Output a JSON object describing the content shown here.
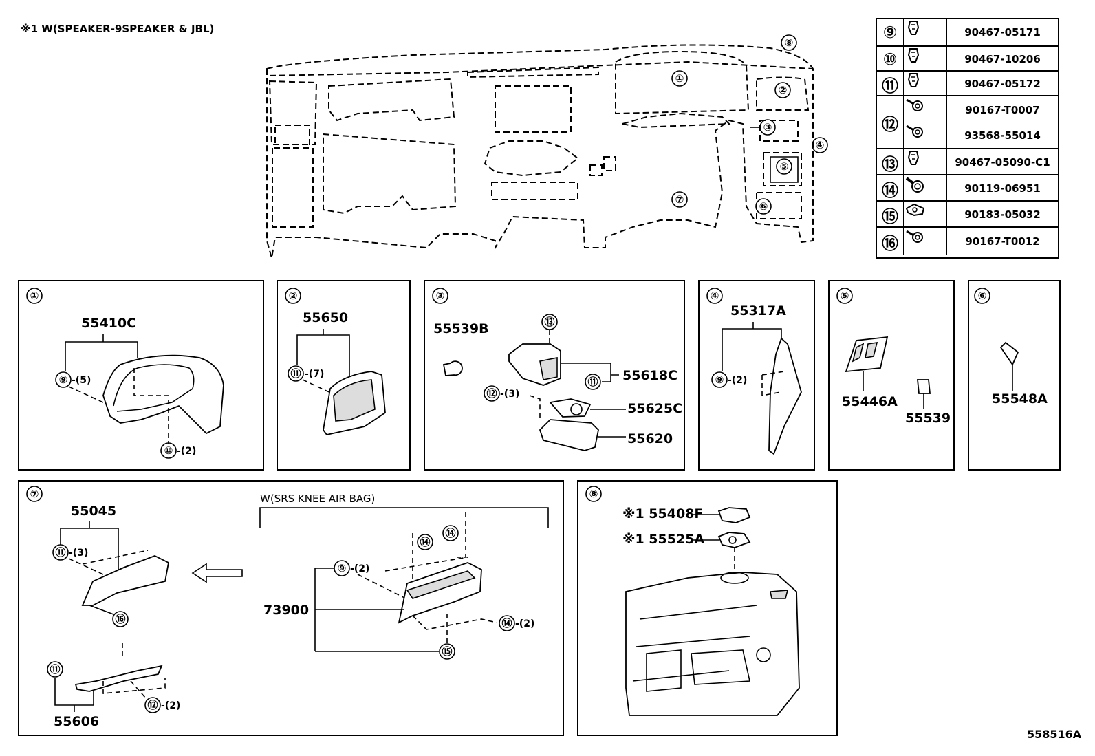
{
  "header_note": "※1 W(SPEAKER-9SPEAKER & JBL)",
  "footer_code": "558516A",
  "overview": {
    "callouts": [
      "①",
      "②",
      "③",
      "④",
      "⑤",
      "⑥",
      "⑦",
      "⑧"
    ]
  },
  "fastener_table": [
    {
      "ref": "⑨",
      "part": "90467-05171",
      "icon": "clip-icon"
    },
    {
      "ref": "⑩",
      "part": "90467-10206",
      "icon": "clip-icon"
    },
    {
      "ref": "⑪",
      "part": "90467-05172",
      "icon": "clip-icon"
    },
    {
      "ref": "⑫",
      "part": "90167-T0007",
      "icon": "screw-icon"
    },
    {
      "ref": "",
      "part": "93568-55014",
      "icon": "screw-icon"
    },
    {
      "ref": "⑬",
      "part": "90467-05090-C1",
      "icon": "clip-icon"
    },
    {
      "ref": "⑭",
      "part": "90119-06951",
      "icon": "bolt-icon"
    },
    {
      "ref": "⑮",
      "part": "90183-05032",
      "icon": "nut-icon"
    },
    {
      "ref": "⑯",
      "part": "90167-T0012",
      "icon": "screw-icon"
    }
  ],
  "panels": {
    "p1": {
      "id": "①",
      "part": "55410C",
      "ref_a": "⑨",
      "qty_a": "-(5)",
      "ref_b": "⑩",
      "qty_b": "-(2)"
    },
    "p2": {
      "id": "②",
      "part": "55650",
      "ref_a": "⑪",
      "qty_a": "-(7)"
    },
    "p3": {
      "id": "③",
      "part_a": "55539B",
      "part_b": "55618C",
      "part_c": "55625C",
      "part_d": "55620",
      "ref_a": "⑬",
      "ref_b": "⑪",
      "ref_c": "⑫",
      "qty_c": "-(3)"
    },
    "p4": {
      "id": "④",
      "part": "55317A",
      "ref_a": "⑨",
      "qty_a": "-(2)"
    },
    "p5": {
      "id": "⑤",
      "part_a": "55446A",
      "part_b": "55539"
    },
    "p6": {
      "id": "⑥",
      "part": "55548A"
    },
    "p7": {
      "id": "⑦",
      "part_a": "55045",
      "part_b": "55606",
      "part_c": "73900",
      "note": "W(SRS KNEE AIR BAG)",
      "ref_11": "⑪",
      "qty_11": "-(3)",
      "ref_16": "⑯",
      "ref_11b": "⑪",
      "ref_12": "⑫",
      "qty_12": "-(2)",
      "ref_9": "⑨",
      "qty_9": "-(2)",
      "ref_14a": "⑭",
      "ref_14b": "⑭",
      "ref_14c": "⑭",
      "qty_14": "-(2)",
      "ref_15": "⑮"
    },
    "p8": {
      "id": "⑧",
      "part_a": "※1 55408F",
      "part_b": "※1 55525A"
    }
  }
}
